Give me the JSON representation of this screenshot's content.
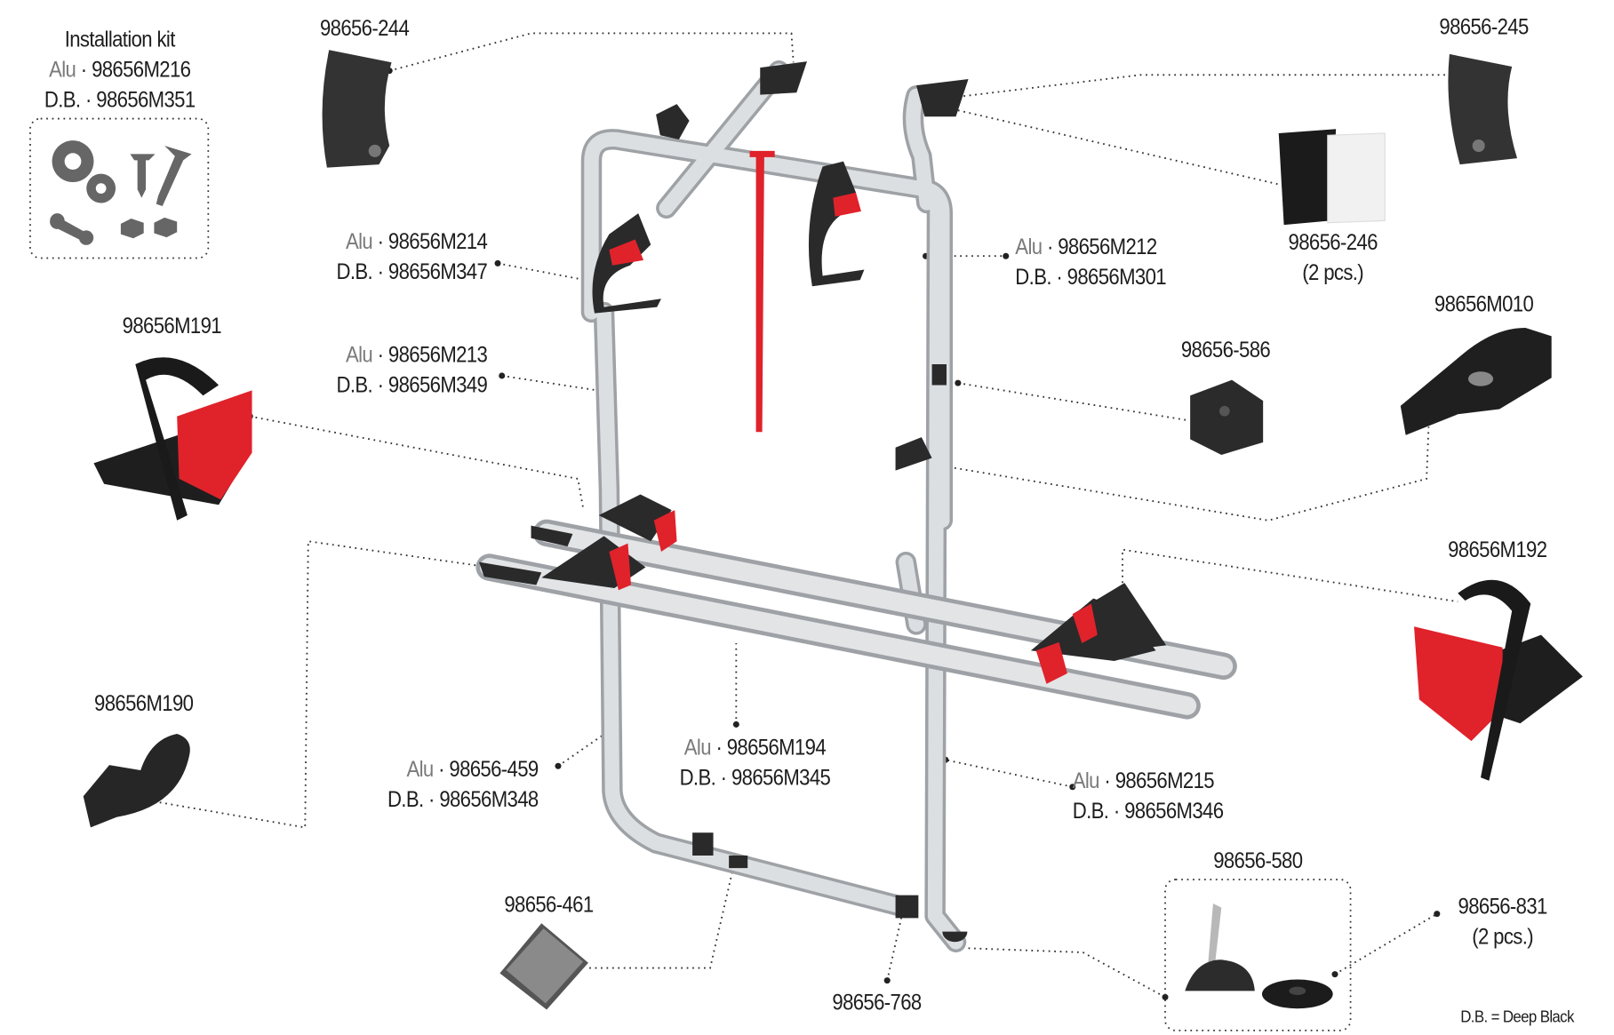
{
  "legend": {
    "sep": "·",
    "alu": "Alu",
    "db": "D.B."
  },
  "labels": {
    "kit": {
      "title": "Installation kit",
      "alu": "98656M216",
      "db": "98656M351"
    },
    "p244": {
      "code": "98656-244"
    },
    "p245": {
      "code": "98656-245"
    },
    "m214": {
      "alu": "98656M214",
      "db": "98656M347"
    },
    "m213": {
      "alu": "98656M213",
      "db": "98656M349"
    },
    "m212": {
      "alu": "98656M212",
      "db": "98656M301"
    },
    "p246": {
      "code": "98656-246",
      "note": "(2 pcs.)"
    },
    "m010": {
      "code": "98656M010"
    },
    "p586": {
      "code": "98656-586"
    },
    "m191": {
      "code": "98656M191"
    },
    "m192": {
      "code": "98656M192"
    },
    "m190": {
      "code": "98656M190"
    },
    "p459": {
      "alu": "98656-459",
      "db": "98656M348"
    },
    "m194": {
      "alu": "98656M194",
      "db": "98656M345"
    },
    "m215": {
      "alu": "98656M215",
      "db": "98656M346"
    },
    "p461": {
      "code": "98656-461"
    },
    "p768": {
      "code": "98656-768"
    },
    "p580": {
      "code": "98656-580"
    },
    "p831": {
      "code": "98656-831",
      "note": "(2 pcs.)"
    },
    "footnote": {
      "text": "D.B. = Deep Black"
    }
  },
  "colors": {
    "tube": "#d3d6d8",
    "tubeEdge": "#9ea2a6",
    "black": "#2a2a2a",
    "red": "#e0222b",
    "leader": "#333333"
  }
}
